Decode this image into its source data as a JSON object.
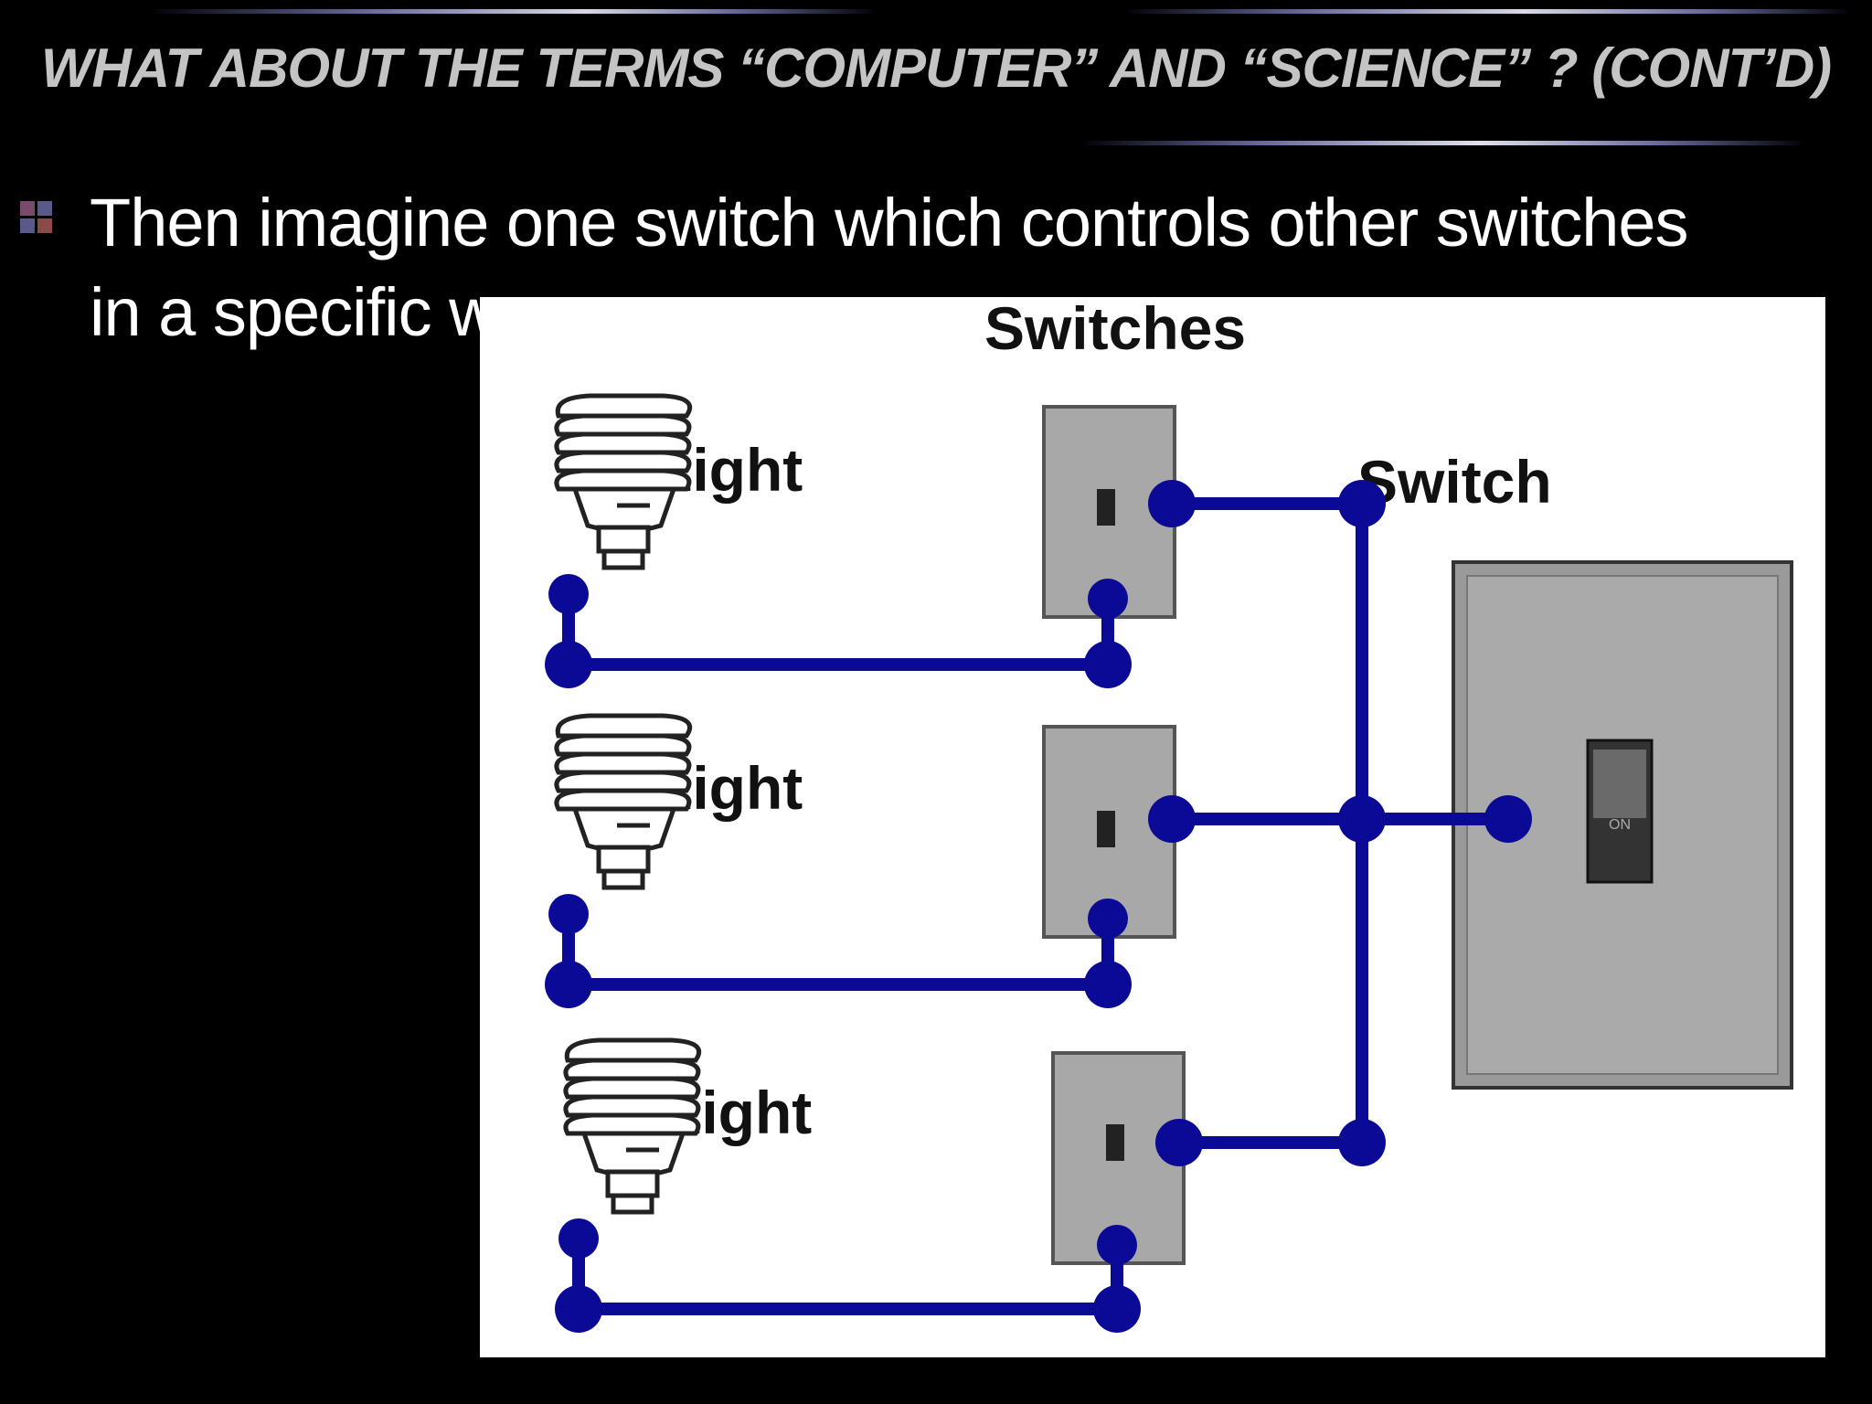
{
  "slide": {
    "title": "WHAT ABOUT THE TERMS “COMPUTER” AND “SCIENCE” ? (CONT’D)",
    "bullet": "Then imagine one switch which controls other switches in a specific way"
  },
  "diagram": {
    "switches_heading": "Switches",
    "switch_heading": "Switch",
    "light_labels": [
      "Light",
      "Light",
      "Light"
    ],
    "on_label": "ON"
  },
  "colors": {
    "background": "#000000",
    "title": "#c4c4c4",
    "bullet_text": "#ffffff",
    "wire": "#0a0a96",
    "switch_plate": "#a8a8a8"
  },
  "icons": {
    "bullet": "square-bullet-icon",
    "light": "lightbulb-icon",
    "switch": "toggle-switch-icon"
  }
}
